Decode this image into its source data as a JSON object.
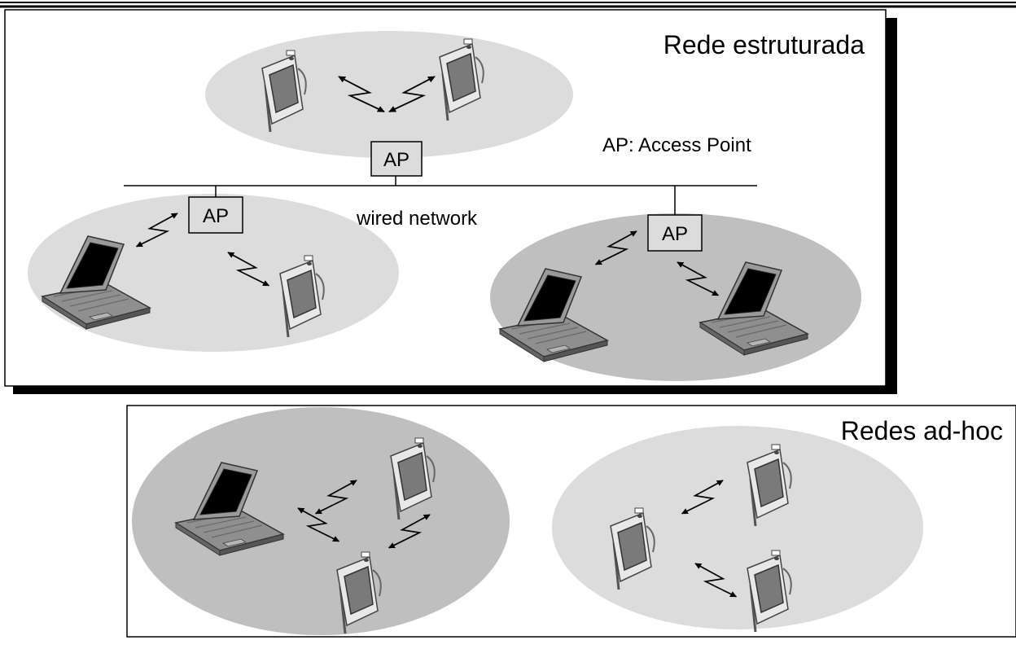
{
  "infrastructure": {
    "title": "Rede estruturada",
    "legend": "AP: Access Point",
    "wired_label": "wired network",
    "ap_labels": [
      "AP",
      "AP",
      "AP"
    ]
  },
  "adhoc": {
    "title": "Redes ad-hoc"
  },
  "colors": {
    "cell_light": "#dcdcdc",
    "cell_dark": "#bfbfbf",
    "shadow": "#000000",
    "screen": "#7a7a7a",
    "device_body": "#e6e6e6"
  }
}
